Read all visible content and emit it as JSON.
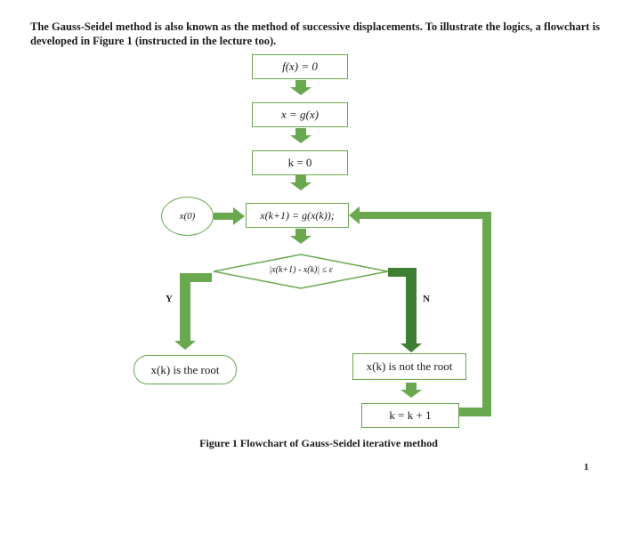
{
  "paragraph": "The Gauss-Seidel method is also known as the method of successive displacements. To illustrate the logics, a flowchart is developed in Figure 1 (instructed in the lecture too).",
  "flowchart": {
    "step1": "f(x) = 0",
    "step2": "x = g(x)",
    "step3": "k = 0",
    "initial": "x(0)",
    "iterate": "x(k+1) = g(x(k));",
    "decision": "|x(k+1) - x(k)| ≤ ε",
    "yes_label": "Y",
    "no_label": "N",
    "result_root": "x(k) is the root",
    "result_not_root": "x(k) is not the root",
    "increment": "k = k + 1"
  },
  "caption": "Figure 1 Flowchart of Gauss-Seidel iterative method",
  "page_number": "1",
  "colors": {
    "border": "#6aa84f",
    "arrow_light": "#6aa84f",
    "arrow_dark": "#3f7f34"
  }
}
